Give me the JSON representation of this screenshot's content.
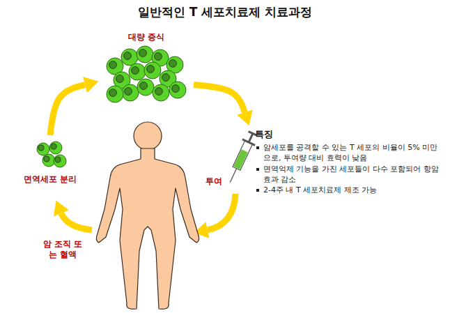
{
  "diagram": {
    "title": "일반적인 T 세포치료제 치료과정",
    "nodes": [
      {
        "text": [
          "대량 증식"
        ]
      },
      {
        "text": [
          "투여"
        ]
      },
      {
        "text": [
          "면역세포 분리"
        ]
      }
    ],
    "edges": [
      {
        "from": 2,
        "to": 0,
        "arrow": "to"
      },
      {
        "from": 0,
        "to": 1,
        "arrow": "to"
      }
    ],
    "labels": [
      "암 조직 또는 혈액",
      "특징",
      "암세포를 공격할 수 있는 T 세포의 비율이 5% 미만으로, 투여량 대비 효력이 낮음",
      "면역억제 기능을 가진 세포들이 다수 포함되어 항암효과 감소",
      "2-4주 내 T 세포치료제 제조 가능"
    ]
  }
}
